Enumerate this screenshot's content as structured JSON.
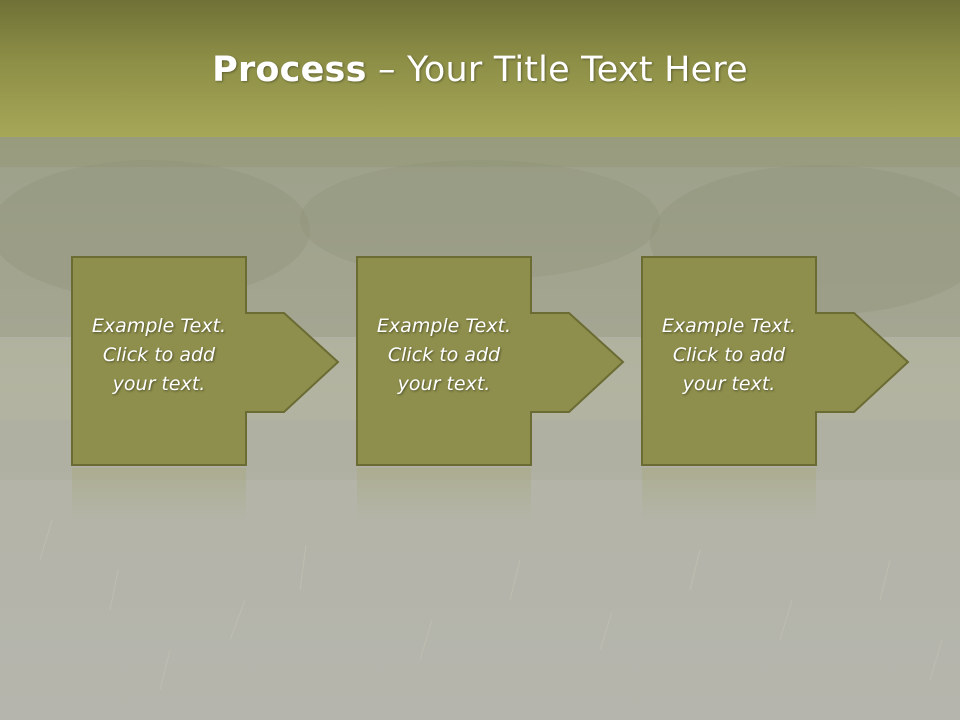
{
  "slide": {
    "title_bold": "Process",
    "title_rest": " – Your Title Text Here"
  },
  "colors": {
    "title_bar": "#8d8f47",
    "box_fill": "#8e8f4c",
    "box_border": "#6b6c33",
    "text": "#ffffff"
  },
  "steps": [
    {
      "text": "Example Text.\nClick  to add\nyour text."
    },
    {
      "text": "Example Text.\nClick  to add\nyour text."
    },
    {
      "text": "Example Text.\nClick  to add\nyour text."
    }
  ]
}
